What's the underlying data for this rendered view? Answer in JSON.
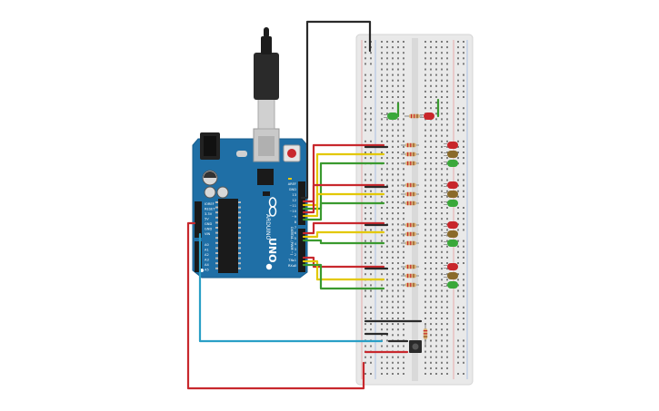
{
  "board": {
    "brand": "ARDUINO",
    "model": "UNO",
    "power_header_labels": [
      "IOREF",
      "RESET",
      "3.3V",
      "5V",
      "GND",
      "GND",
      "VIN"
    ],
    "analog_header_labels": [
      "A0",
      "A1",
      "A2",
      "A3",
      "A4",
      "A5"
    ],
    "digital_header_title": "DIGITAL (PWM ~)",
    "digital_header_labels": [
      "AREF",
      "GND",
      "13",
      "12",
      "~11",
      "~10",
      "~9",
      "8",
      "7",
      "~6",
      "~5",
      "4",
      "~3",
      "2",
      "TX▸1",
      "RX◂0"
    ]
  },
  "colors": {
    "board": "#1f6fa6",
    "breadboard": "#e8e8e8",
    "wire_red": "#c8282d",
    "wire_yellow": "#e3c800",
    "wire_green": "#3a9a2f",
    "wire_black": "#2a2a2a",
    "wire_blue": "#2a9fc6",
    "led_red": "#c8262b",
    "led_yellow": "#8a6a2a",
    "led_green": "#3aa83a"
  }
}
